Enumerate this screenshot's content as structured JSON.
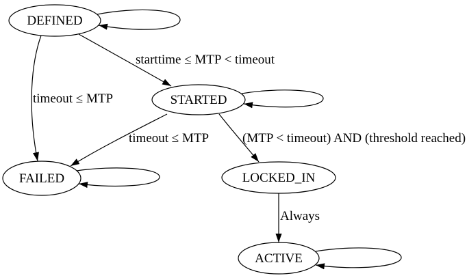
{
  "diagram": {
    "kind": "state-machine-graph",
    "background_color": "#ffffff",
    "line_color": "#000000",
    "text_color": "#000000",
    "nodes": [
      {
        "id": "defined",
        "label": "DEFINED",
        "shape": "ellipse",
        "self_loop": true
      },
      {
        "id": "started",
        "label": "STARTED",
        "shape": "ellipse",
        "self_loop": true
      },
      {
        "id": "failed",
        "label": "FAILED",
        "shape": "ellipse",
        "self_loop": true
      },
      {
        "id": "locked_in",
        "label": "LOCKED_IN",
        "shape": "ellipse",
        "self_loop": false
      },
      {
        "id": "active",
        "label": "ACTIVE",
        "shape": "ellipse",
        "self_loop": true
      }
    ],
    "edges": [
      {
        "from": "DEFINED",
        "to": "STARTED",
        "label": "starttime ≤ MTP < timeout"
      },
      {
        "from": "DEFINED",
        "to": "FAILED",
        "label": "timeout ≤ MTP"
      },
      {
        "from": "STARTED",
        "to": "FAILED",
        "label": "timeout ≤ MTP"
      },
      {
        "from": "STARTED",
        "to": "LOCKED_IN",
        "label": "(MTP < timeout) AND (threshold reached)"
      },
      {
        "from": "LOCKED_IN",
        "to": "ACTIVE",
        "label": "Always"
      },
      {
        "from": "DEFINED",
        "to": "DEFINED",
        "label": ""
      },
      {
        "from": "STARTED",
        "to": "STARTED",
        "label": ""
      },
      {
        "from": "FAILED",
        "to": "FAILED",
        "label": ""
      },
      {
        "from": "ACTIVE",
        "to": "ACTIVE",
        "label": ""
      }
    ]
  }
}
